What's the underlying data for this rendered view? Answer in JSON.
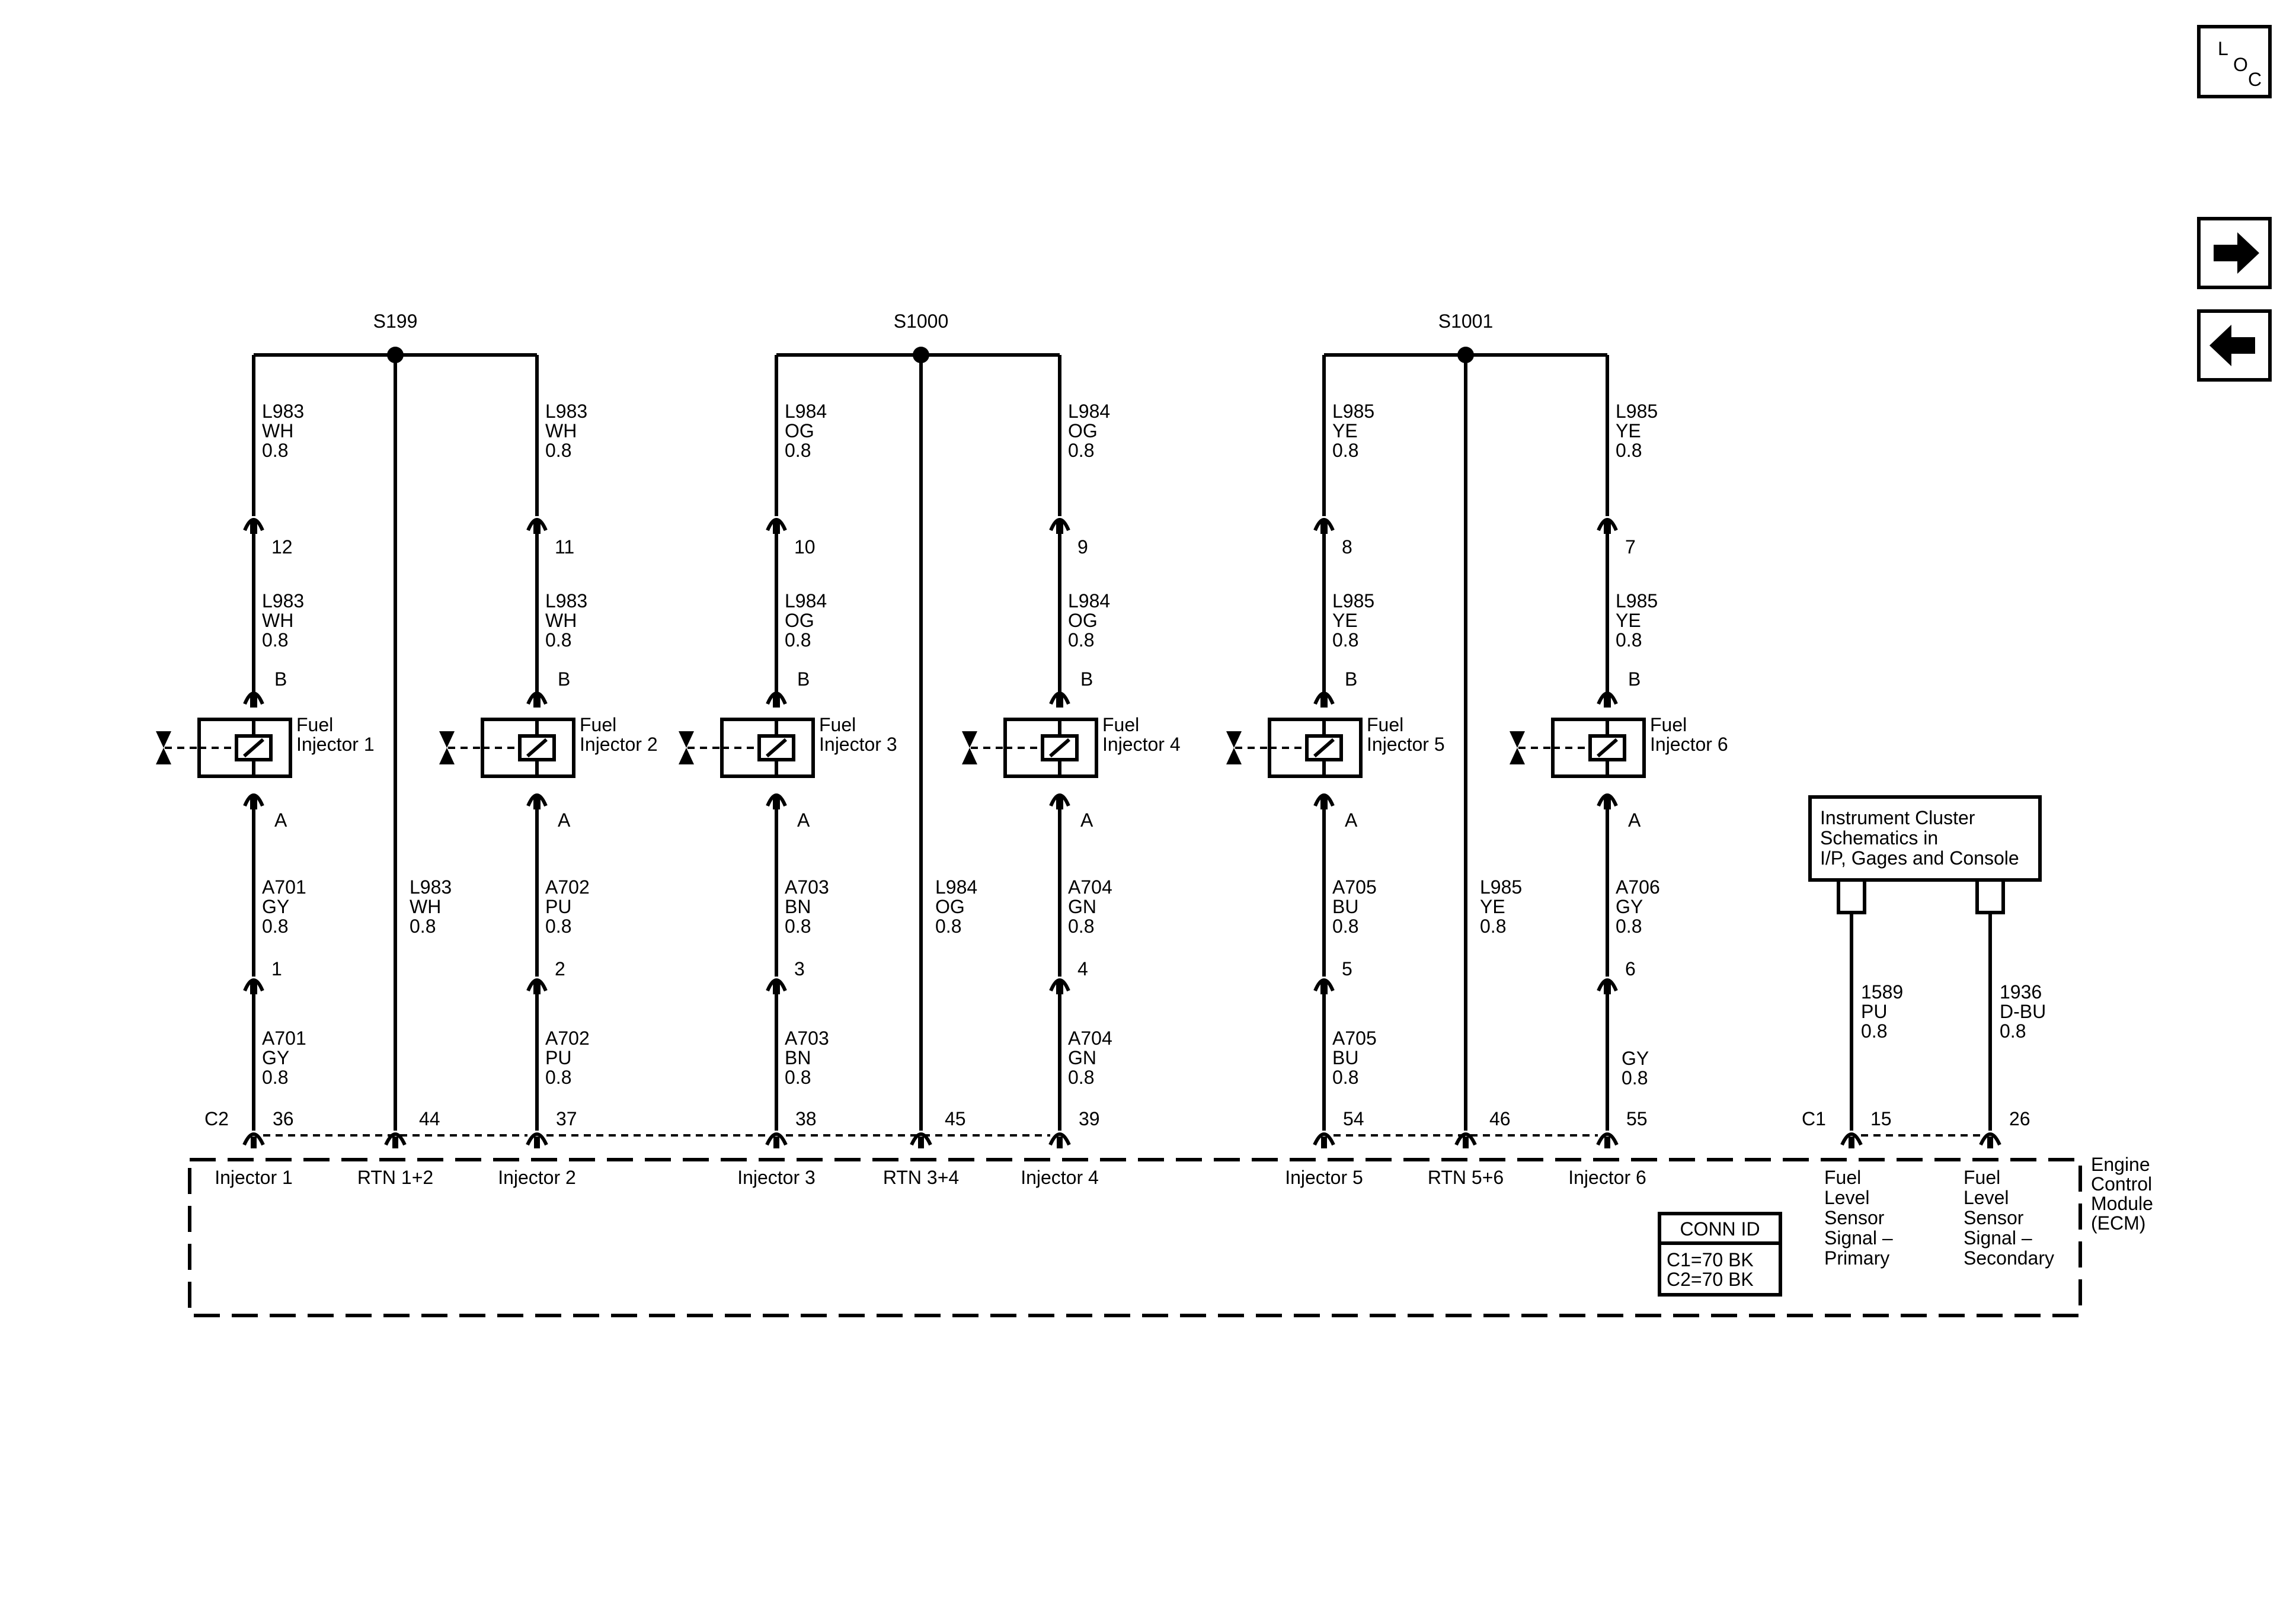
{
  "nav": {
    "loc_letters": [
      "L",
      "O",
      "C"
    ],
    "forward_icon": "arrow-right-icon",
    "back_icon": "arrow-left-icon"
  },
  "splices": [
    "S199",
    "S1000",
    "S1001"
  ],
  "injectors": [
    {
      "name": "Fuel\nInjector 1",
      "upper_circuit": "L983\nWH\n0.8",
      "inline_pin": "12",
      "lower_circuit": "L983\nWH\n0.8",
      "term_b": "B",
      "term_a": "A",
      "ctrl_circuit": "A701\nGY\n0.8",
      "ctrl_pin": "1",
      "ctrl_circuit_2": "A701\nGY\n0.8",
      "ecm_pin": "36",
      "ecm_label": "Injector 1"
    },
    {
      "name": "Fuel\nInjector 2",
      "upper_circuit": "L983\nWH\n0.8",
      "inline_pin": "11",
      "lower_circuit": "L983\nWH\n0.8",
      "term_b": "B",
      "term_a": "A",
      "ctrl_circuit": "A702\nPU\n0.8",
      "ctrl_pin": "2",
      "ctrl_circuit_2": "A702\nPU\n0.8",
      "ecm_pin": "37",
      "ecm_label": "Injector 2"
    },
    {
      "name": "Fuel\nInjector 3",
      "upper_circuit": "L984\nOG\n0.8",
      "inline_pin": "10",
      "lower_circuit": "L984\nOG\n0.8",
      "term_b": "B",
      "term_a": "A",
      "ctrl_circuit": "A703\nBN\n0.8",
      "ctrl_pin": "3",
      "ctrl_circuit_2": "A703\nBN\n0.8",
      "ecm_pin": "38",
      "ecm_label": "Injector 3"
    },
    {
      "name": "Fuel\nInjector 4",
      "upper_circuit": "L984\nOG\n0.8",
      "inline_pin": "9",
      "lower_circuit": "L984\nOG\n0.8",
      "term_b": "B",
      "term_a": "A",
      "ctrl_circuit": "A704\nGN\n0.8",
      "ctrl_pin": "4",
      "ctrl_circuit_2": "A704\nGN\n0.8",
      "ecm_pin": "39",
      "ecm_label": "Injector 4"
    },
    {
      "name": "Fuel\nInjector 5",
      "upper_circuit": "L985\nYE\n0.8",
      "inline_pin": "8",
      "lower_circuit": "L985\nYE\n0.8",
      "term_b": "B",
      "term_a": "A",
      "ctrl_circuit": "A705\nBU\n0.8",
      "ctrl_pin": "5",
      "ctrl_circuit_2": "A705\nBU\n0.8",
      "ecm_pin": "54",
      "ecm_label": "Injector 5"
    },
    {
      "name": "Fuel\nInjector 6",
      "upper_circuit": "L985\nYE\n0.8",
      "inline_pin": "7",
      "lower_circuit": "L985\nYE\n0.8",
      "term_b": "B",
      "term_a": "A",
      "ctrl_circuit": "A706\nGY\n0.8",
      "ctrl_pin": "6",
      "ctrl_circuit_2": "GY\n0.8",
      "ecm_pin": "55",
      "ecm_label": "Injector 6"
    }
  ],
  "returns": [
    {
      "circuit": "L983\nWH\n0.8",
      "ecm_pin": "44",
      "ecm_label": "RTN 1+2"
    },
    {
      "circuit": "L984\nOG\n0.8",
      "ecm_pin": "45",
      "ecm_label": "RTN 3+4"
    },
    {
      "circuit": "L985\nYE\n0.8",
      "ecm_pin": "46",
      "ecm_label": "RTN 5+6"
    }
  ],
  "connectors": {
    "c1": "C1",
    "c2": "C2"
  },
  "instrument_cluster": {
    "label": "Instrument Cluster\nSchematics in\nI/P, Gages and Console",
    "primary_circuit": "1589\nPU\n0.8",
    "primary_pin": "15",
    "primary_label": "Fuel\nLevel\nSensor\nSignal –\nPrimary",
    "secondary_circuit": "1936\nD-BU\n0.8",
    "secondary_pin": "26",
    "secondary_label": "Fuel\nLevel\nSensor\nSignal –\nSecondary"
  },
  "ecm_name": "Engine\nControl\nModule\n(ECM)",
  "conn_id": {
    "title": "CONN ID",
    "lines": [
      "C1=70 BK",
      "C2=70 BK"
    ]
  }
}
